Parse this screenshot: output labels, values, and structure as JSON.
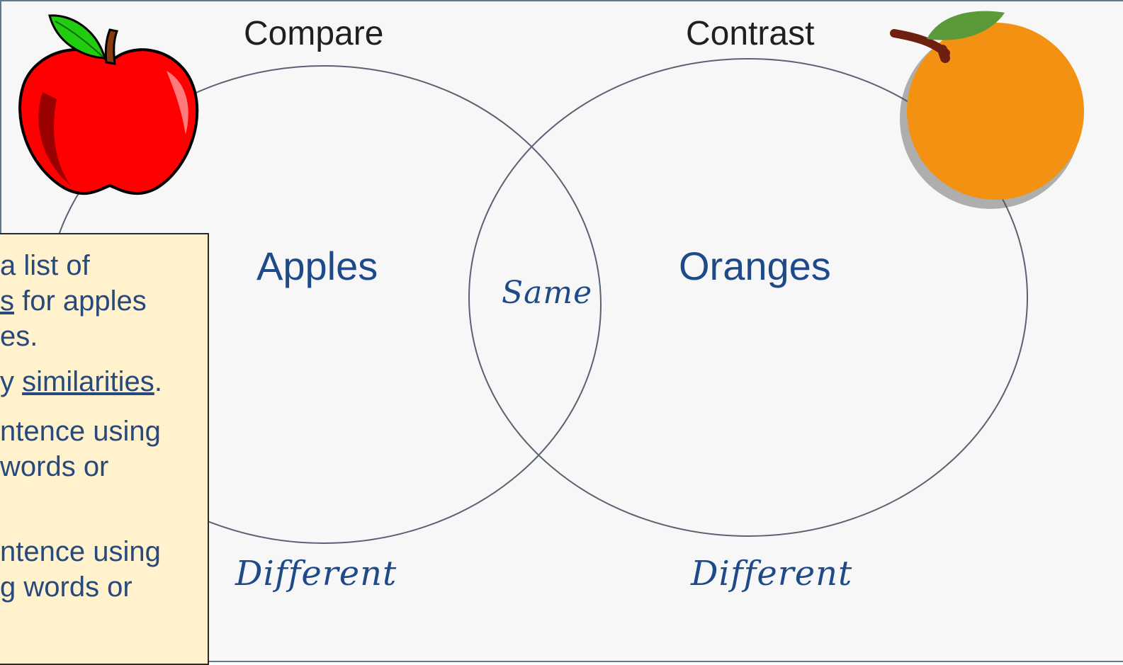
{
  "headings": {
    "compare": "Compare",
    "contrast": "Contrast"
  },
  "venn": {
    "left_label": "Apples",
    "right_label": "Oranges",
    "overlap_label": "Same",
    "left_below": "Different",
    "right_below": "Different"
  },
  "notes": {
    "line1": "a list of",
    "line2_underlined": "s",
    "line2_rest": " for apples",
    "line3": "es.",
    "line4_pre": "y ",
    "line4_underlined": "similarities",
    "line4_post": ".",
    "line5": "ntence using",
    "line6_underlined": " ",
    "line6_rest": " words or",
    "line7": "ntence using",
    "line8_underlined": "g",
    "line8_rest": " words or"
  },
  "colors": {
    "background": "#f7f7f7",
    "label_text": "#1e4a8a",
    "circle_stroke": "#5a6172",
    "notes_bg": "#fff2cc",
    "apple_red": "#ff0000",
    "orange": "#f39212"
  },
  "icons": {
    "apple": "apple-icon",
    "orange": "orange-icon"
  }
}
